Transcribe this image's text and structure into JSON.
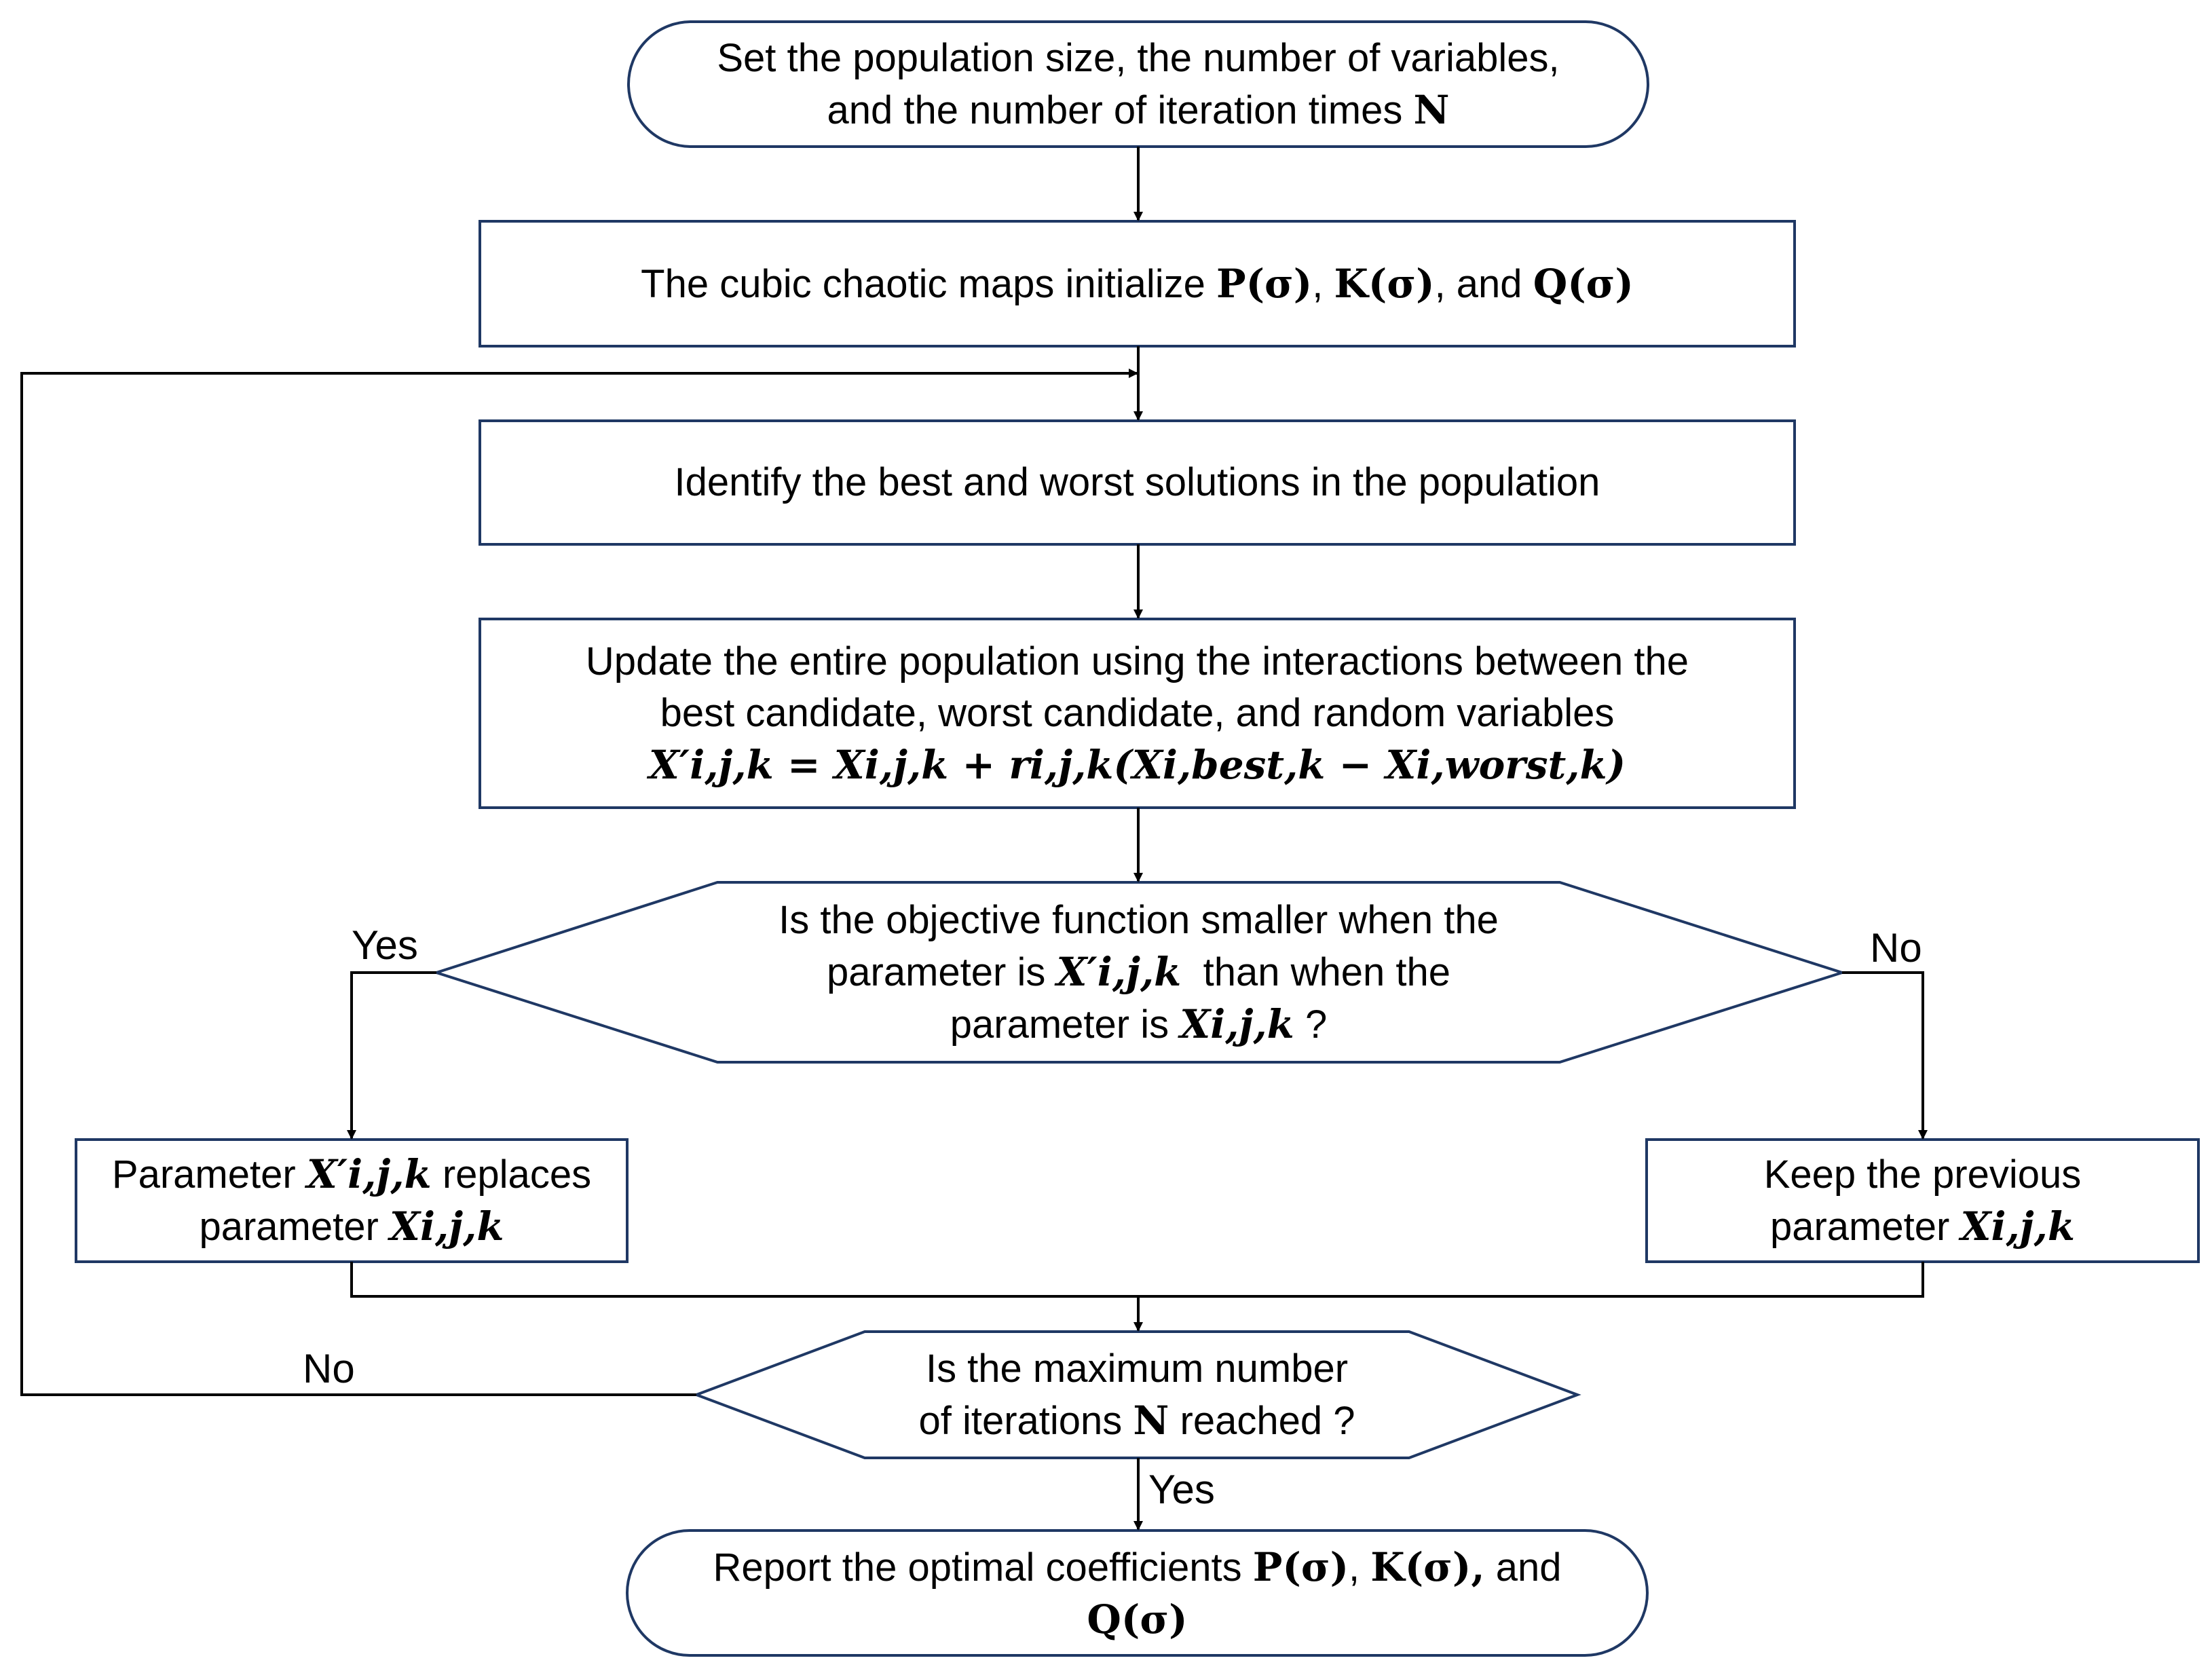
{
  "colors": {
    "shape_border": "#1f3864",
    "connector": "#000000",
    "background": "#ffffff"
  },
  "start": {
    "line1": "Set the population size, the number of variables,",
    "line2_prefix": "and the number of iteration times",
    "line2_symbol": "N"
  },
  "init": {
    "prefix": "The cubic chaotic maps initialize",
    "p": "P(σ)",
    "comma1": ",",
    "k": "K(σ)",
    "and": ", and",
    "q": "Q(σ)"
  },
  "identify": {
    "text": "Identify the best and worst solutions in the population"
  },
  "update": {
    "line1": "Update the entire population using the interactions between the",
    "line2": "best candidate, worst candidate, and random variables",
    "formula": "X′i,j,k = Xi,j,k + ri,j,k(Xi,best,k − Xi,worst,k)"
  },
  "decision1": {
    "line1": "Is the objective function smaller when the",
    "line2_prefix": "parameter is",
    "line2_symbol": "X′i,j,k",
    "line2_suffix": "than when the",
    "line3_prefix": "parameter is",
    "line3_symbol": "Xi,j,k",
    "line3_suffix": "?",
    "yes_label": "Yes",
    "no_label": "No"
  },
  "replace": {
    "line1_prefix": "Parameter",
    "line1_symbol": "X′i,j,k",
    "line1_suffix": "replaces",
    "line2_prefix": "parameter",
    "line2_symbol": "Xi,j,k"
  },
  "keep": {
    "line1": "Keep the previous",
    "line2_prefix": "parameter",
    "line2_symbol": "Xi,j,k"
  },
  "decision2": {
    "line1": "Is the maximum number",
    "line2_prefix": "of iterations",
    "line2_symbol": "N",
    "line2_suffix": "reached ?",
    "no_label": "No",
    "yes_label": "Yes"
  },
  "end": {
    "line1_prefix": "Report the optimal coefficients",
    "p": "P(σ)",
    "comma": ",",
    "k": "K(σ),",
    "and": "and",
    "q": "Q(σ)"
  }
}
